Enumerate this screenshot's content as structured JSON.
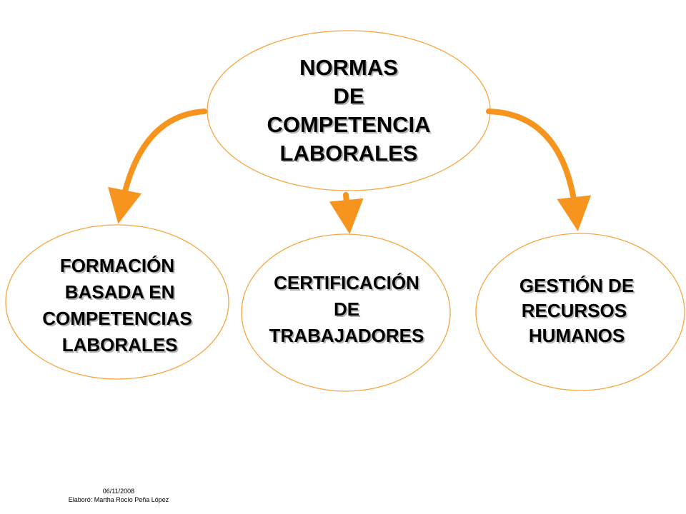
{
  "colors": {
    "arrow": "#F7941D",
    "ellipse_border": "#F7A541",
    "text": "#000000"
  },
  "nodes": {
    "top": {
      "lines": [
        "NORMAS",
        "DE",
        "COMPETENCIA",
        "LABORALES"
      ]
    },
    "left": {
      "lines": [
        "FORMACIÓN",
        " BASADA EN",
        "COMPETENCIAS",
        " LABORALES"
      ]
    },
    "middle": {
      "lines": [
        "CERTIFICACIÓN",
        "DE",
        "TRABAJADORES"
      ]
    },
    "right": {
      "lines": [
        "GESTIÓN DE",
        "RECURSOS ",
        "HUMANOS"
      ]
    }
  },
  "footer": {
    "date": "06/11/2008",
    "author": "Elaboró:  Martha Rocío Peña López"
  }
}
